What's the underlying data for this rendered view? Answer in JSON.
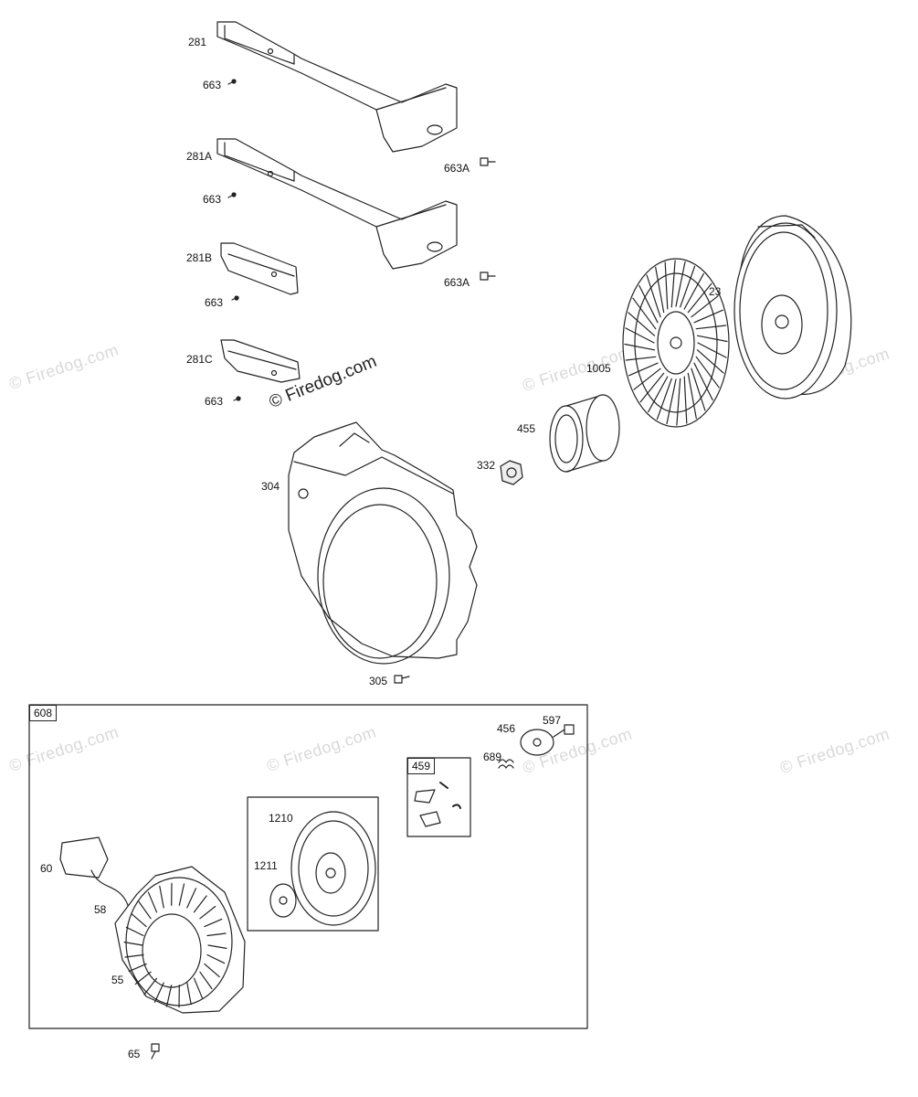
{
  "watermark": "© Firedog.com",
  "part_numbers": {
    "p281": "281",
    "p663_1": "663",
    "p281A": "281A",
    "p663A_1": "663A",
    "p663_2": "663",
    "p281B": "281B",
    "p663A_2": "663A",
    "p663_3": "663",
    "p281C": "281C",
    "p663_4": "663",
    "p23": "23",
    "p1005": "1005",
    "p455": "455",
    "p332": "332",
    "p304": "304",
    "p305": "305",
    "p608": "608",
    "p456": "456",
    "p597": "597",
    "p689": "689",
    "p459": "459",
    "p1210": "1210",
    "p1211": "1211",
    "p60": "60",
    "p58": "58",
    "p55": "55",
    "p65": "65"
  }
}
